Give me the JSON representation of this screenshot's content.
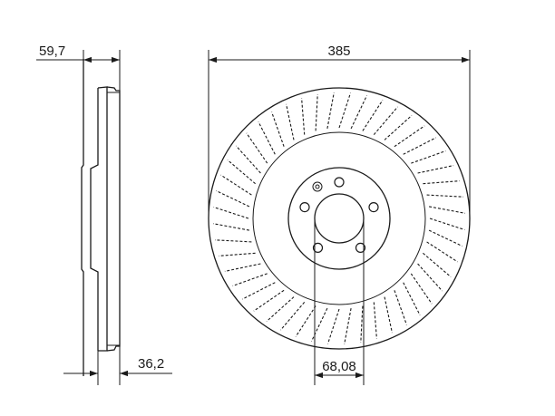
{
  "dimensions": {
    "hub_height": "59,7",
    "disc_diameter": "385",
    "disc_thickness": "36,2",
    "center_bore": "68,08"
  },
  "drawing": {
    "side_view": "brake-disc-side-profile",
    "front_view": "brake-disc-front-view",
    "vane_count": 48,
    "bolt_hole_count": 5,
    "line_color": "#1a1a1a",
    "background": "#ffffff"
  }
}
